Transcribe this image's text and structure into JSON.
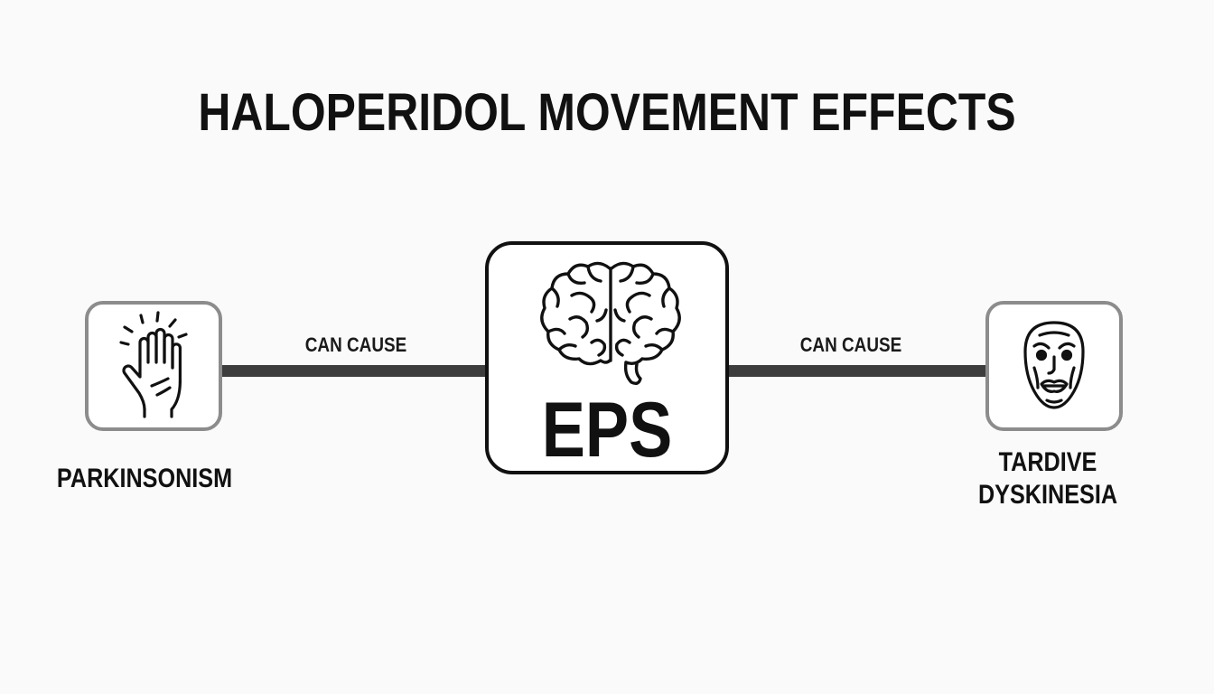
{
  "title": "HALOPERIDOL MOVEMENT EFFECTS",
  "center_node": {
    "label": "EPS",
    "icon": "brain-icon"
  },
  "left_node": {
    "label": "PARKINSONISM",
    "icon": "tremor-hand-icon"
  },
  "right_node": {
    "label_line1": "TARDIVE",
    "label_line2": "DYSKINESIA",
    "icon": "grimace-face-icon"
  },
  "edges": [
    {
      "label": "CAN CAUSE"
    },
    {
      "label": "CAN CAUSE"
    }
  ],
  "colors": {
    "background": "#fafafa",
    "connector": "#3d3d3d",
    "side_border": "#8c8c8c",
    "center_border": "#111111",
    "text": "#111111"
  }
}
